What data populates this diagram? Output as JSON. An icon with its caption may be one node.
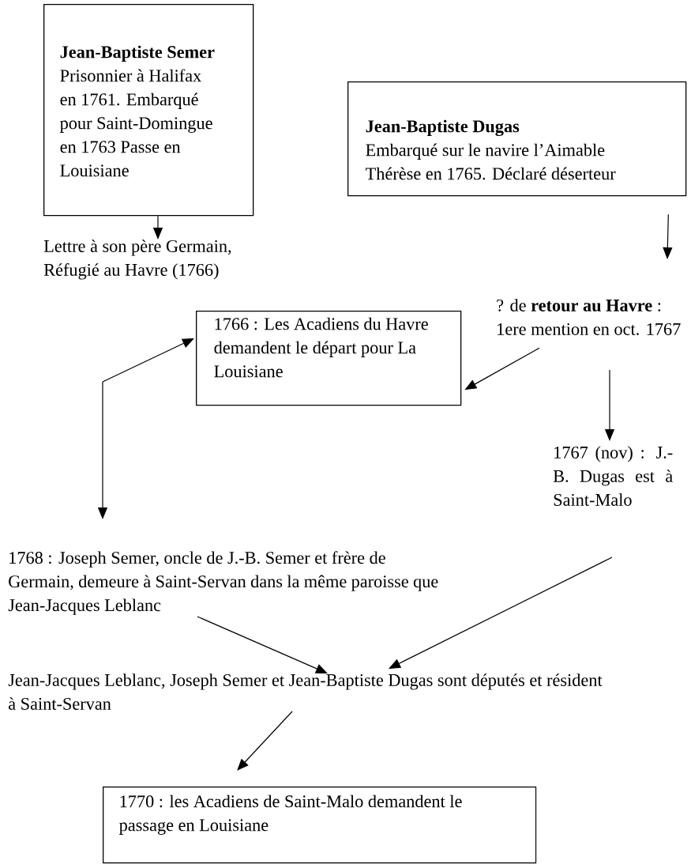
{
  "diagram": {
    "nodes": [
      {
        "text": [
          "Jean-Baptiste Semer",
          "Prisonnier à Halifax en 1761. Embarqué pour Saint-Domingue en 1763 Passe en Louisiane"
        ]
      },
      {
        "text": [
          "Jean-Baptiste Dugas",
          "Embarqué sur le navire l’Aimable Thérèse en 1765. Déclaré déserteur"
        ]
      },
      {
        "text": [
          "Lettre à son père Germain, Réfugié au Havre (1766)"
        ]
      },
      {
        "text": [
          "1766 : Les Acadiens du Havre demandent le départ pour La Louisiane"
        ]
      },
      {
        "text": [
          "? de **retour au Havre** : 1ere mention en oct. 1767"
        ]
      },
      {
        "text": [
          "1767 (nov) : J.-B. Dugas est à Saint-Malo"
        ]
      },
      {
        "text": [
          "1768 : Joseph Semer, oncle de J.-B. Semer et frère de Germain, demeure à Saint-Servan dans la même paroisse que Jean-Jacques Leblanc"
        ]
      },
      {
        "text": [
          "Jean-Jacques Leblanc, Joseph Semer et Jean-Baptiste Dugas sont députés et résident à Saint-Servan"
        ]
      },
      {
        "text": [
          "1770 : les Acadiens de Saint-Malo demandent le passage en Louisiane"
        ]
      }
    ],
    "edges": [
      {
        "from": 0,
        "to": 2,
        "arrow": "to"
      },
      {
        "from": 1,
        "to": 4,
        "arrow": "to"
      },
      {
        "from": null,
        "to": 3,
        "arrow": "to"
      },
      {
        "from": null,
        "to": 6,
        "arrow": "to"
      },
      {
        "from": 4,
        "to": 3,
        "arrow": "to"
      },
      {
        "from": 4,
        "to": 5,
        "arrow": "to"
      },
      {
        "from": 6,
        "to": 7,
        "arrow": "to"
      },
      {
        "from": 5,
        "to": 7,
        "arrow": "to"
      },
      {
        "from": 7,
        "to": 8,
        "arrow": "to"
      }
    ]
  }
}
